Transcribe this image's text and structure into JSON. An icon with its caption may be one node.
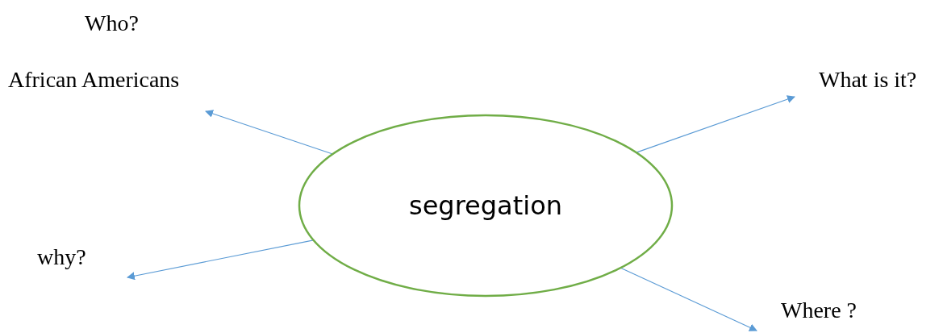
{
  "diagram": {
    "nodes": [
      {
        "text": [
          "segregation"
        ]
      },
      {
        "text": [
          "Who?",
          "African Americans"
        ]
      },
      {
        "text": [
          "What is it?"
        ]
      },
      {
        "text": [
          "why?"
        ]
      },
      {
        "text": [
          "Where ?"
        ]
      }
    ],
    "edges": [
      {
        "from": 0,
        "to": 1,
        "arrow": "to"
      },
      {
        "from": 0,
        "to": 2,
        "arrow": "to"
      },
      {
        "from": 0,
        "to": 3,
        "arrow": "to"
      },
      {
        "from": 0,
        "to": 4,
        "arrow": "to"
      }
    ]
  }
}
